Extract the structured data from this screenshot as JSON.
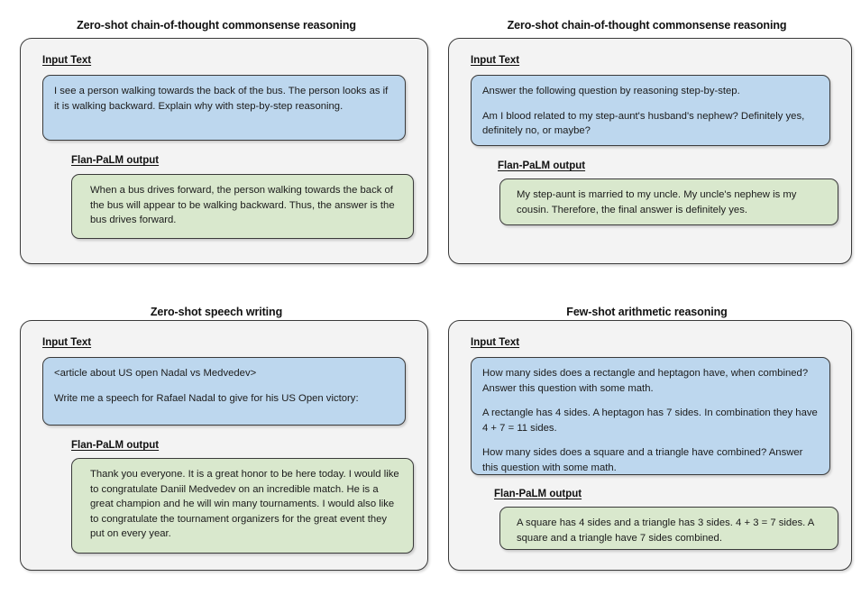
{
  "panels": [
    {
      "title": "Zero-shot chain-of-thought commonsense reasoning",
      "input_label": "Input Text",
      "output_label": "Flan-PaLM output",
      "input_paragraphs": [
        "I see a person walking towards the back of the bus. The person looks as if it is walking backward. Explain why with step-by-step reasoning."
      ],
      "output_paragraphs": [
        "When a bus drives forward, the person walking towards the back of the bus will appear to be walking backward. Thus, the answer is the bus drives forward."
      ]
    },
    {
      "title": "Zero-shot chain-of-thought commonsense reasoning",
      "input_label": "Input Text",
      "output_label": "Flan-PaLM output",
      "input_paragraphs": [
        "Answer the following question by reasoning step-by-step.",
        "Am I blood related to my step-aunt's husband's nephew? Definitely yes, definitely no, or maybe?"
      ],
      "output_paragraphs": [
        "My step-aunt is married to my uncle. My uncle's nephew is my cousin. Therefore, the final answer is definitely yes."
      ]
    },
    {
      "title": "Zero-shot speech writing",
      "input_label": "Input Text",
      "output_label": "Flan-PaLM output",
      "input_paragraphs": [
        "<article about US open Nadal vs Medvedev>",
        "Write me a speech for Rafael Nadal to give for his US Open victory:"
      ],
      "output_paragraphs": [
        "Thank you everyone. It is a great honor to be here today. I would like to congratulate Daniil Medvedev on an incredible match. He is a great champion and he will win many tournaments. I would also like to congratulate the tournament organizers for the great event they put on every year."
      ]
    },
    {
      "title": "Few-shot arithmetic reasoning",
      "input_label": "Input Text",
      "output_label": "Flan-PaLM output",
      "input_paragraphs": [
        "How many sides does a rectangle and heptagon have, when combined? Answer this question with some math.",
        "A rectangle has 4 sides. A heptagon has 7 sides. In combination they have 4 + 7 = 11 sides.",
        "How many sides does a square and a triangle have combined? Answer this question with some math."
      ],
      "output_paragraphs": [
        "A square has 4 sides and a triangle has 3 sides. 4 + 3 = 7 sides. A square and a triangle have 7 sides combined."
      ]
    }
  ],
  "colors": {
    "page_background": "#ffffff",
    "card_background": "#f3f3f3",
    "card_border": "#3a3a3a",
    "input_bubble": "#bdd7ee",
    "output_bubble": "#d9e8cd",
    "text": "#1b1b1b"
  }
}
